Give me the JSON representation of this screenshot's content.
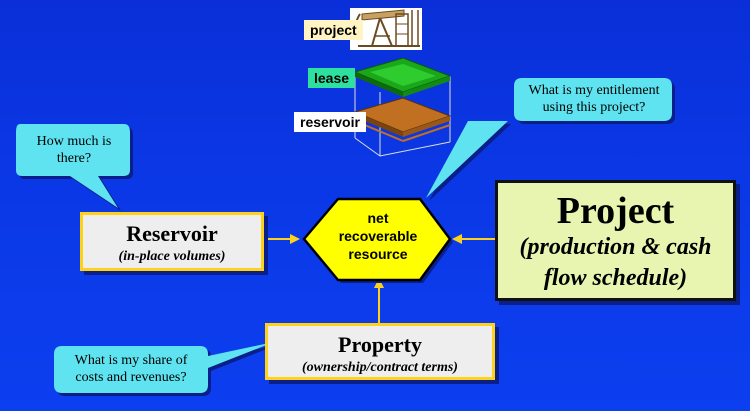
{
  "top_labels": {
    "project": "project",
    "lease": "lease",
    "reservoir": "reservoir"
  },
  "callouts": {
    "how_much": "How much is there?",
    "entitlement": "What is my entitlement using this project?",
    "share": "What is my share of costs and revenues?"
  },
  "reservoir_box": {
    "title": "Reservoir",
    "subtitle": "(in-place volumes)"
  },
  "center": {
    "line1": "net",
    "line2": "recoverable",
    "line3": "resource"
  },
  "project_box": {
    "title": "Project",
    "subtitle_line1": "(production & cash",
    "subtitle_line2": "flow schedule)"
  },
  "property_box": {
    "title": "Property",
    "subtitle": "(ownership/contract terms)"
  },
  "colors": {
    "background": "#0b38e6",
    "box_border": "#ffd21a",
    "hexagon": "#ffff00",
    "callout": "#5fe3f0",
    "lease_layer": "#1a9a1a",
    "reservoir_layer": "#b86a1c",
    "lease_label_bg": "#2ee0a0"
  }
}
